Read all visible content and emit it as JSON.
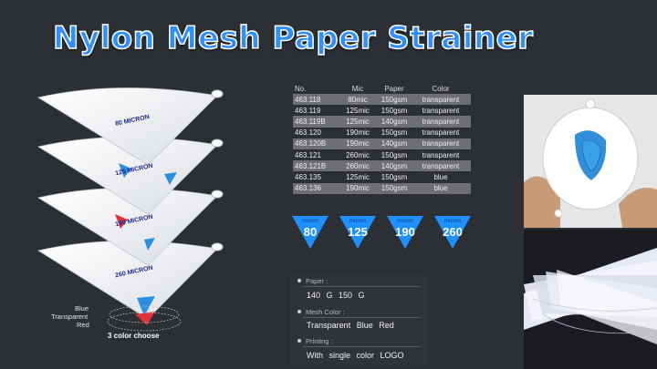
{
  "title": "Nylon Mesh Paper Strainer",
  "strainers": {
    "micron_labels": [
      "80 MICRON",
      "125 MICRON",
      "190 MICRON",
      "260 MICRON"
    ],
    "color_labels": [
      "Blue",
      "Transparent",
      "Red"
    ],
    "choose_label": "3 color choose"
  },
  "table": {
    "headers": [
      "No.",
      "Mic",
      "Paper",
      "Color"
    ],
    "rows": [
      [
        "463.118",
        "80mic",
        "150gsm",
        "transparent"
      ],
      [
        "463.119",
        "125mic",
        "150gsm",
        "transparent"
      ],
      [
        "463.119B",
        "125mic",
        "140gsm",
        "transparent"
      ],
      [
        "463.120",
        "190mic",
        "150gsm",
        "transparent"
      ],
      [
        "463.120B",
        "190mic",
        "140gsm",
        "transparent"
      ],
      [
        "463.121",
        "260mic",
        "150gsm",
        "transparent"
      ],
      [
        "463.121B",
        "260mic",
        "140gsm",
        "transparent"
      ],
      [
        "463.135",
        "125mic",
        "150gsm",
        "blue"
      ],
      [
        "463.136",
        "190mic",
        "150gsm",
        "blue"
      ]
    ]
  },
  "badges": [
    {
      "small": "micron",
      "value": "80"
    },
    {
      "small": "micron",
      "value": "125"
    },
    {
      "small": "micron",
      "value": "190"
    },
    {
      "small": "micron",
      "value": "260"
    }
  ],
  "specs": {
    "paper_heading": "Paper :",
    "paper_value": "140 G   150 G",
    "mesh_heading": "Mesh Color :",
    "mesh_value": "Transparent   Blue   Red",
    "printing_heading": "Printing :",
    "printing_value": "With single color LOGO"
  },
  "colors": {
    "background": "#2c2f33",
    "accent_blue": "#1e90ff",
    "title_blue": "#2f8fff",
    "table_stripe": "#6d6f73",
    "mesh_red": "#e0303a",
    "mesh_blue": "#2a8fe0"
  }
}
